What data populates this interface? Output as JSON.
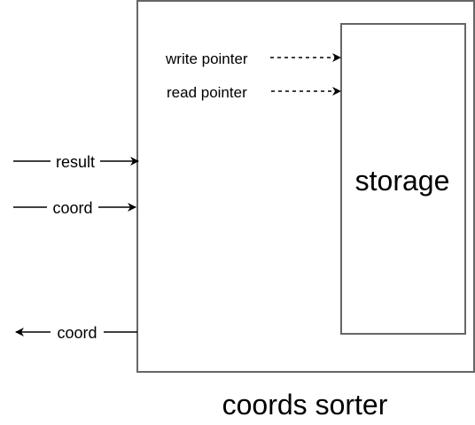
{
  "diagram": {
    "outer_block": {
      "title": "coords sorter",
      "border_color": "#666666"
    },
    "inner_block": {
      "label": "storage",
      "border_color": "#666666"
    },
    "inputs": {
      "result": "result",
      "coord_in": "coord"
    },
    "outputs": {
      "coord_out": "coord"
    },
    "internal_signals": {
      "write_pointer": "write pointer",
      "read_pointer": "read pointer"
    },
    "colors": {
      "line": "#000000",
      "text": "#000000"
    }
  }
}
